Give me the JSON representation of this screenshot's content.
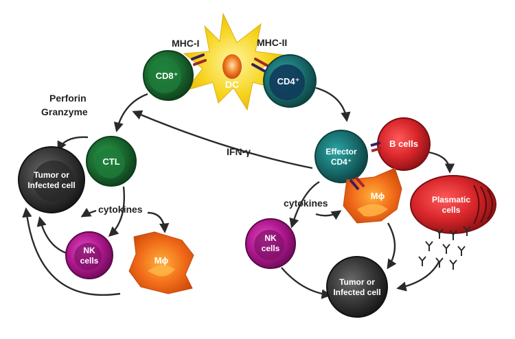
{
  "labels": {
    "mhc1": "MHC-I",
    "mhc2": "MHC-II",
    "perforin": "Perforin",
    "granzyme": "Granzyme",
    "ifn": "IFN-γ",
    "cytokines_left": "cytokines",
    "cytokines_right": "cytokines"
  },
  "cells": {
    "dc": "DC",
    "cd8": "CD8⁺",
    "cd4": "CD4⁺",
    "ctl": "CTL",
    "tumor_left": "Tumor or\nInfected cell",
    "nk_left": "NK\ncells",
    "mphi_left": "Mϕ",
    "effector": "Effector\nCD4⁺",
    "bcells": "B cells",
    "mphi_right": "Mϕ",
    "plasmatic": "Plasmatic\ncells",
    "nk_right": "NK\ncells",
    "tumor_right": "Tumor or\nInfected cell"
  },
  "colors": {
    "green": "#1f6e35",
    "teal": "#1d7a7a",
    "dark": "#3b3b3b",
    "magenta": "#b0188f",
    "red": "#d8262b",
    "orange": "#f06a18",
    "yellow": "#f6d31c",
    "arrow": "#2a2a2a"
  }
}
